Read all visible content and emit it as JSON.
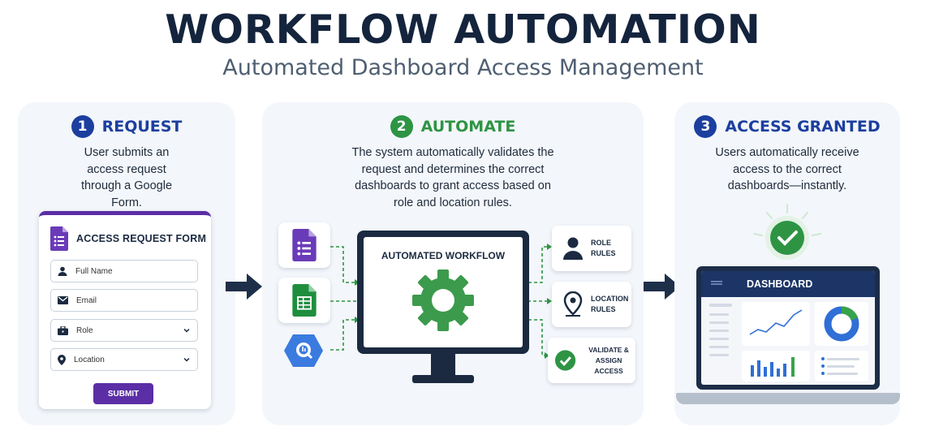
{
  "header": {
    "title": "WORKFLOW AUTOMATION",
    "subtitle": "Automated Dashboard Access Management"
  },
  "steps": [
    {
      "number": "1",
      "title": "REQUEST",
      "description": "User submits an access request through a Google Form."
    },
    {
      "number": "2",
      "title": "AUTOMATE",
      "description": "The system automatically validates the request and determines the correct dashboards to grant access based on role and location rules."
    },
    {
      "number": "3",
      "title": "ACCESS GRANTED",
      "description": "Users automatically receive access to the correct dashboards—instantly."
    }
  ],
  "form": {
    "title": "ACCESS REQUEST FORM",
    "fields": [
      "Full Name",
      "Email",
      "Role",
      "Location"
    ],
    "submit": "SUBMIT"
  },
  "workflow": {
    "monitor_title": "AUTOMATED WORKFLOW",
    "sources": [
      "google-forms-icon",
      "google-sheets-icon",
      "bigquery-icon"
    ],
    "rules": [
      {
        "label": "ROLE RULES",
        "icon": "user-icon"
      },
      {
        "label": "LOCATION RULES",
        "icon": "location-pin-icon"
      },
      {
        "label": "VALIDATE & ASSIGN ACCESS",
        "icon": "check-circle-icon"
      }
    ]
  },
  "dashboard": {
    "title": "DASHBOARD"
  },
  "colors": {
    "navy": "#14243d",
    "blue": "#1c3f9f",
    "green": "#2e9444",
    "purple": "#5b2ea6",
    "panel": "#f3f6fa"
  }
}
